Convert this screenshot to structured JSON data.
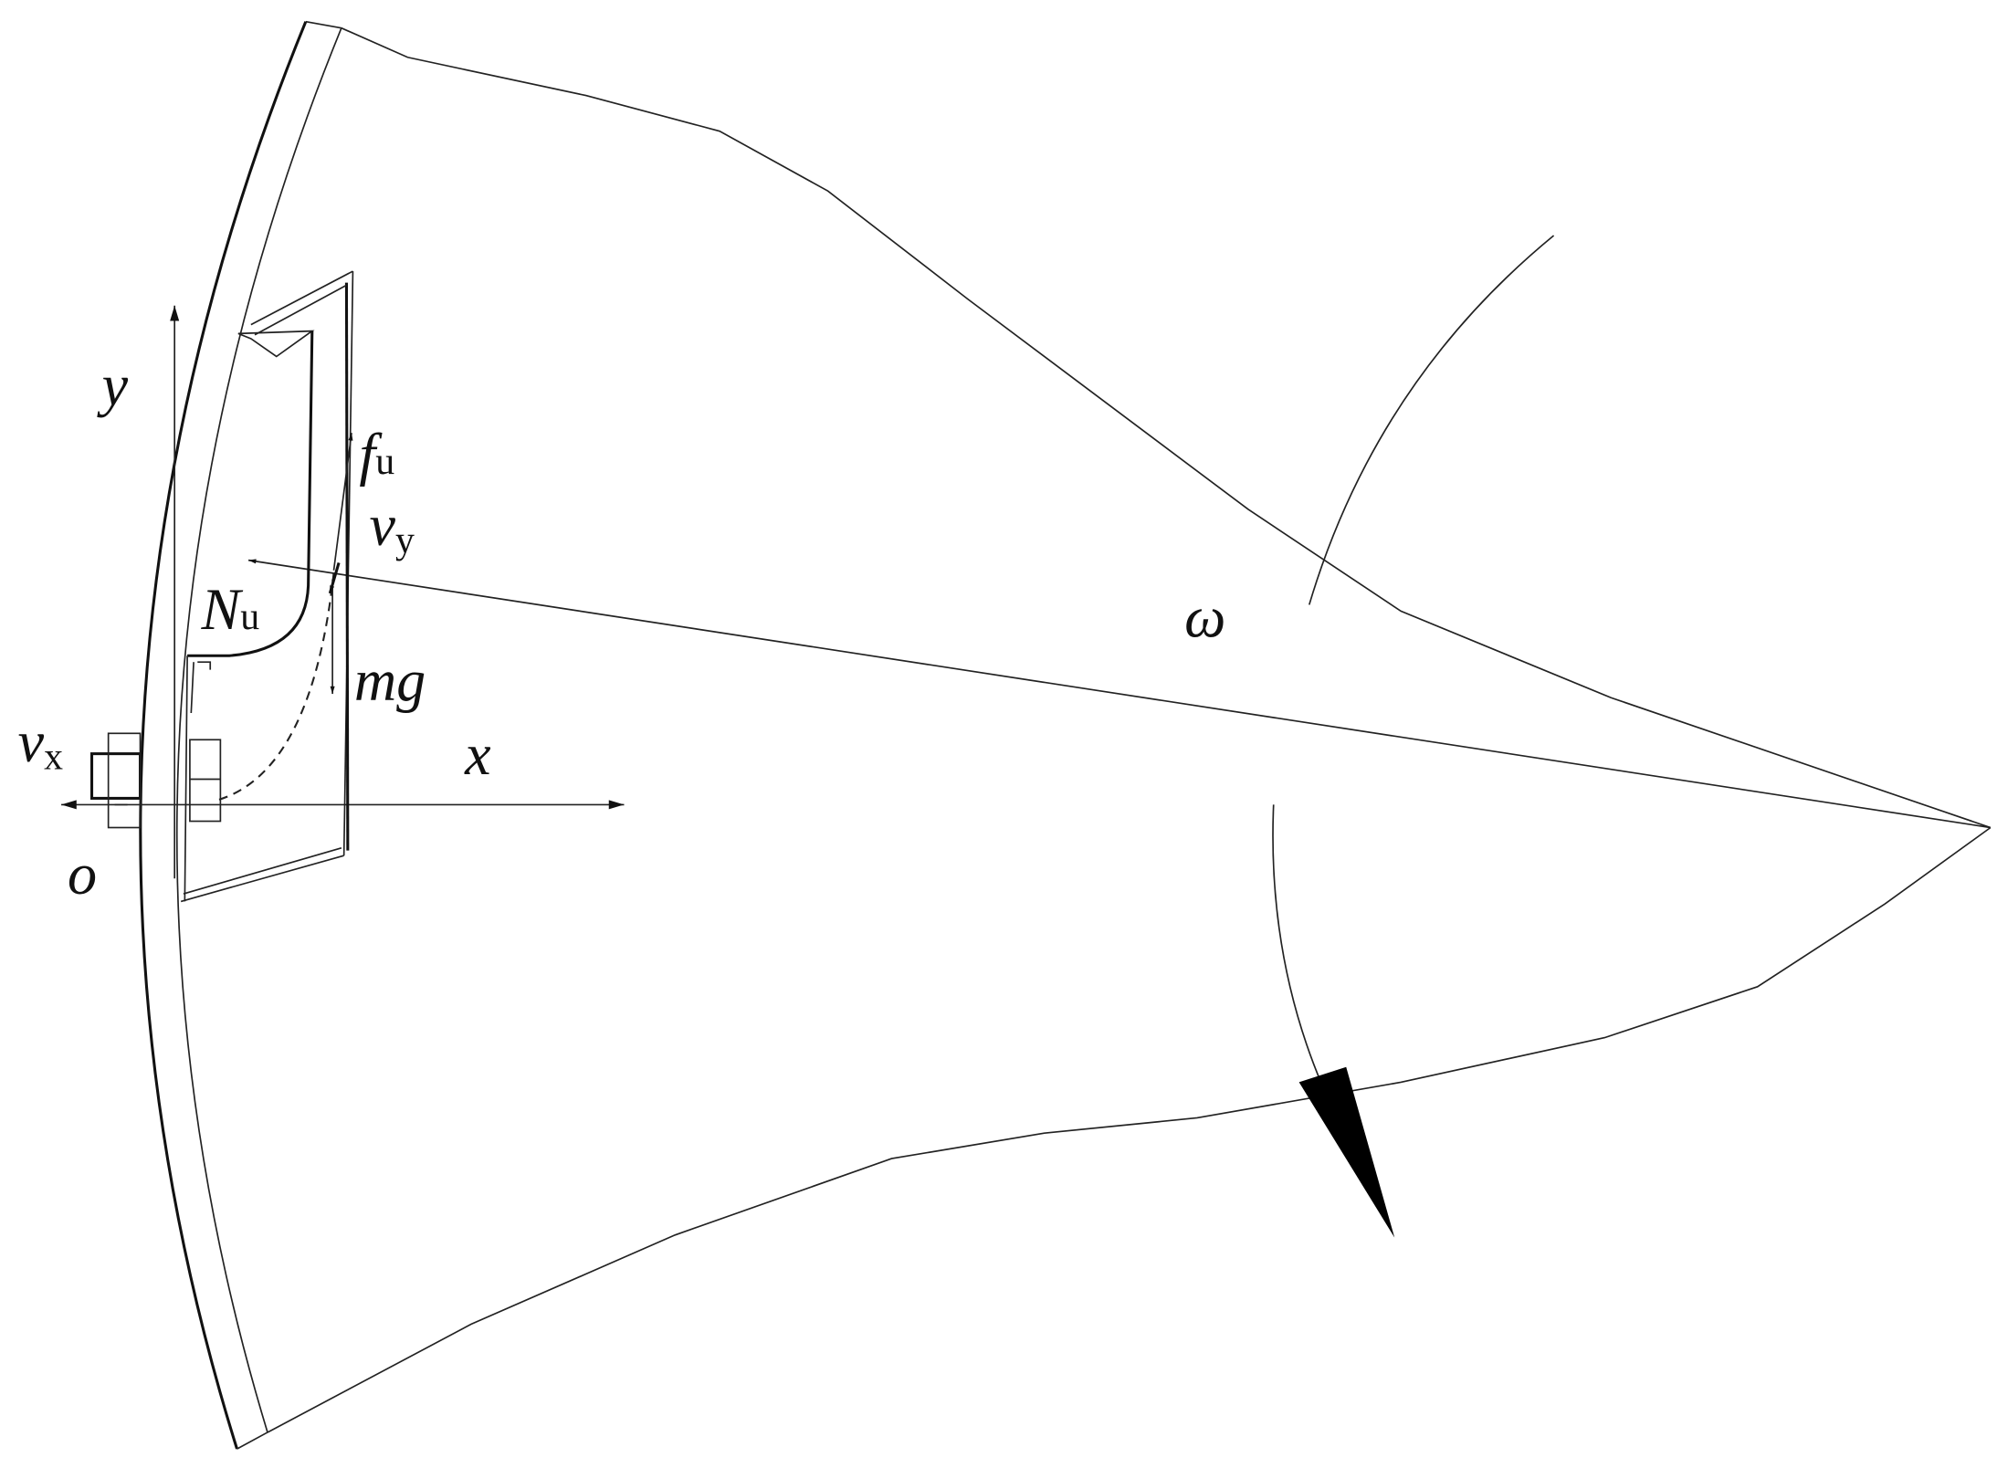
{
  "labels": {
    "y_axis": "y",
    "x_axis": "x",
    "origin": "o",
    "friction": {
      "base": "f",
      "sub": "u"
    },
    "normal": {
      "base": "N",
      "sub": "u"
    },
    "vel_y": {
      "base": "v",
      "sub": "y"
    },
    "vel_x": {
      "base": "v",
      "sub": "x"
    },
    "gravity": "mg",
    "omega": "ω"
  },
  "colors": {
    "stroke": "#222222",
    "background": "#ffffff"
  }
}
